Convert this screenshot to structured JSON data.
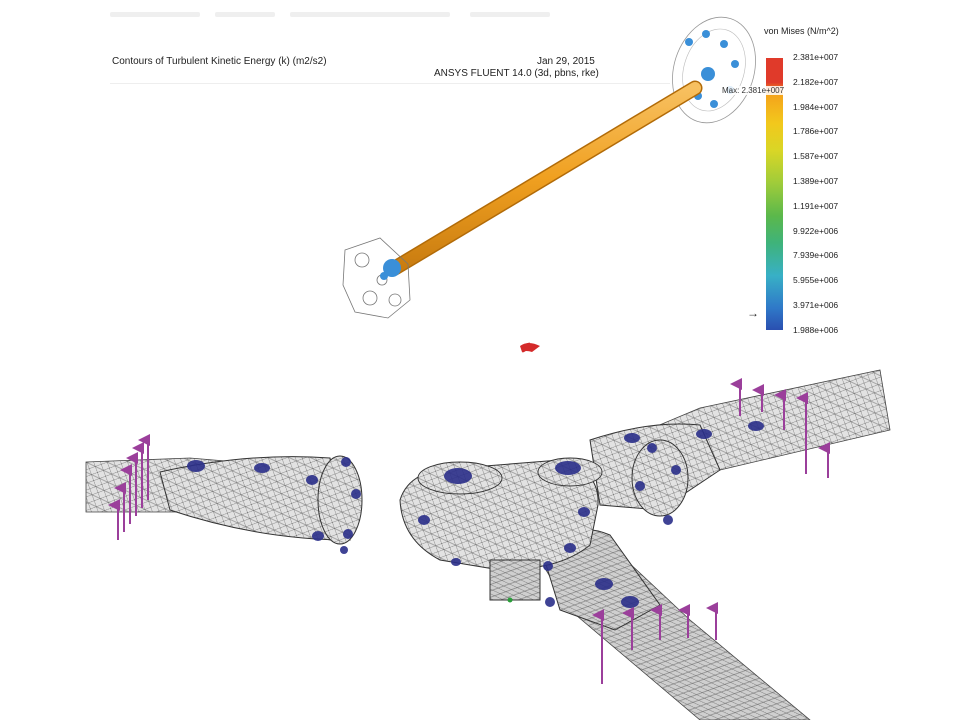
{
  "fluent": {
    "title": "Contours of Turbulent Kinetic Energy (k) (m2/s2)",
    "date": "Jan 29, 2015",
    "version": "ANSYS FLUENT 14.0 (3d, pbns, rke)"
  },
  "legend": {
    "title": "von Mises (N/m^2)",
    "ticks": [
      "2.381e+007",
      "2.182e+007",
      "1.984e+007",
      "1.786e+007",
      "1.587e+007",
      "1.389e+007",
      "1.191e+007",
      "9.922e+006",
      "7.939e+006",
      "5.955e+006",
      "3.971e+006",
      "1.988e+006"
    ],
    "max_label": "Max: 2.381e+007",
    "pointer": "→"
  },
  "colors": {
    "shaft": "#f0a020",
    "stress_low": "#3a8fd8",
    "mesh_fill": "#d8d8d8",
    "mesh_line": "#555555",
    "node_blue": "#2b2f8a",
    "force_arrow": "#9b3f9b",
    "triad_red": "#d42a2a"
  }
}
